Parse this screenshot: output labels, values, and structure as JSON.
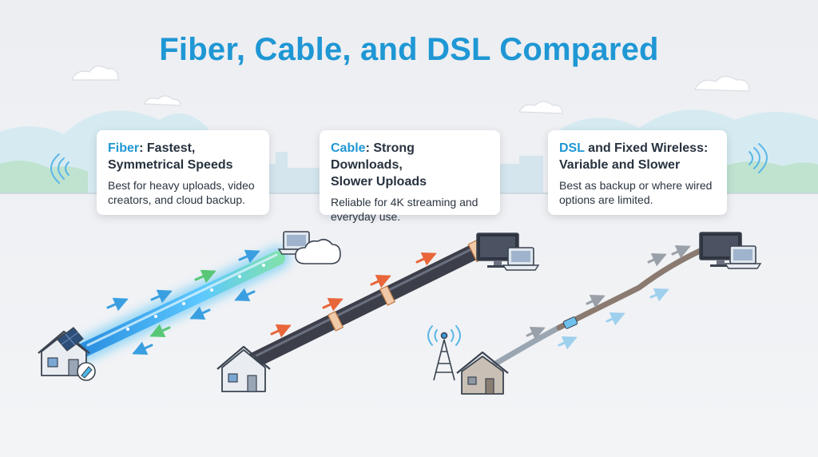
{
  "title": "Fiber, Cable, and DSL Compared",
  "colors": {
    "accent": "#1f97d4",
    "fiber_glow": "#4fc3f7",
    "cable_arrow": "#e8663a",
    "dsl_cable": "#8a7a70",
    "hill": "#c9e6ee"
  },
  "cards": {
    "fiber": {
      "heading_accent": "Fiber",
      "heading_line1_rest": ": Fastest,",
      "heading_line2": "Symmetrical Speeds",
      "body": "Best for heavy uploads, video creators, and cloud backup."
    },
    "cable": {
      "heading_accent": "Cable",
      "heading_line1_rest": ": Strong Downloads,",
      "heading_line2": "Slower Uploads",
      "body": "Reliable for 4K streaming and everyday use."
    },
    "dsl": {
      "heading_accent": "DSL",
      "heading_line1_rest": " and Fixed Wireless:",
      "heading_line2": "Variable and Slower",
      "body": "Best as backup or where wired options are limited."
    }
  },
  "icons": [
    "house-icon",
    "solar-panel-icon",
    "laptop-icon",
    "cloud-icon",
    "monitor-icon",
    "cell-tower-icon",
    "wifi-signal-icon",
    "arrow-icon"
  ]
}
